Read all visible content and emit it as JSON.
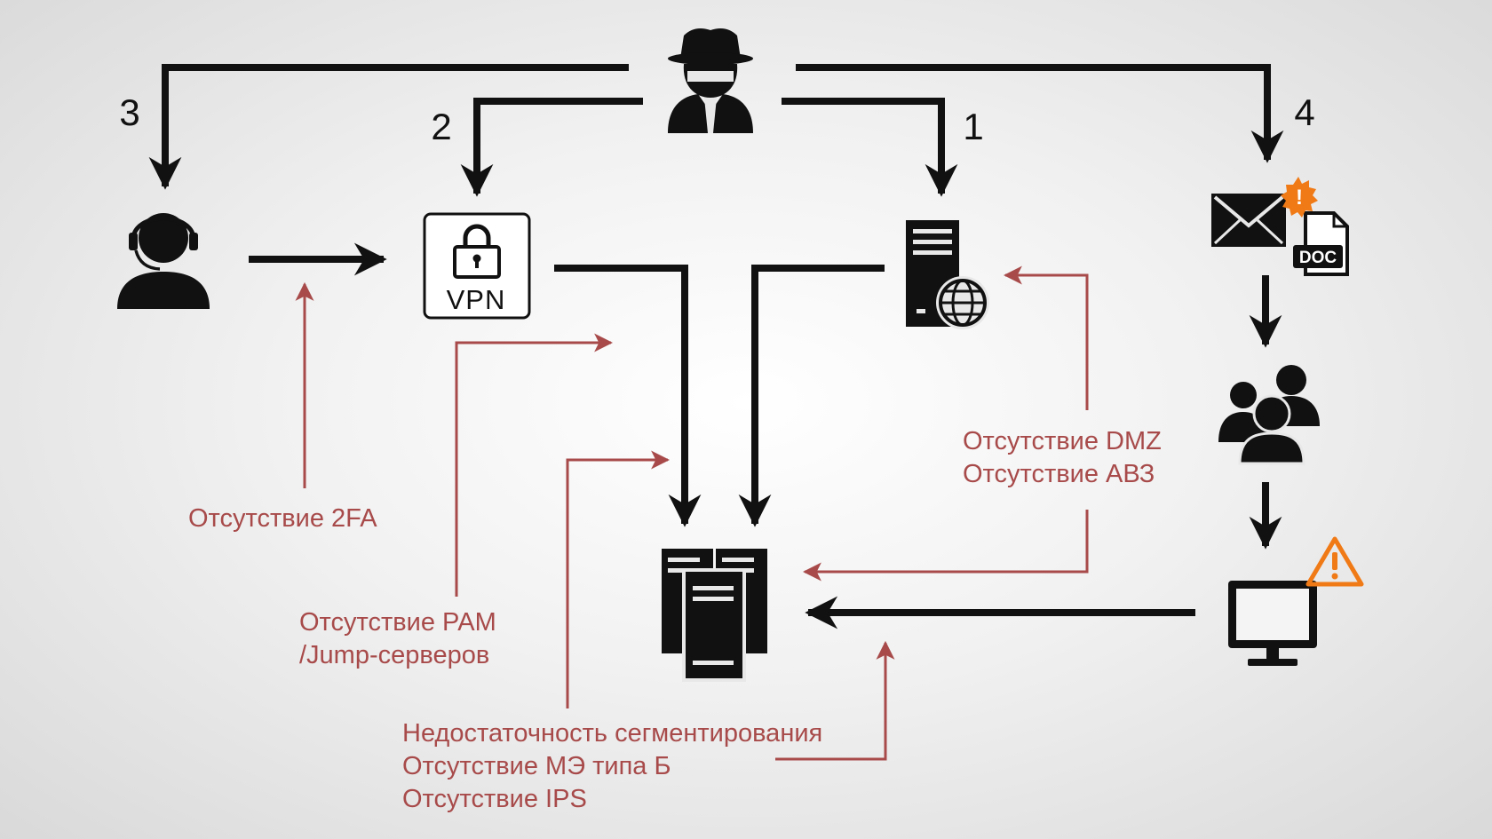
{
  "colors": {
    "arrow": "#111111",
    "note": "#a84a4a",
    "warning": "#f07a16"
  },
  "attack_vectors": [
    {
      "number": "1",
      "target": "web-server"
    },
    {
      "number": "2",
      "target": "vpn"
    },
    {
      "number": "3",
      "target": "support-operator"
    },
    {
      "number": "4",
      "target": "email-with-doc"
    }
  ],
  "icons": {
    "attacker": "hacker-icon",
    "operator": "headset-operator-icon",
    "vpn": "vpn-lock-icon",
    "web_server": "web-server-globe-icon",
    "email": "envelope-icon",
    "doc": "doc-file-icon",
    "users": "users-group-icon",
    "workstation": "monitor-icon",
    "warning": "warning-triangle-icon",
    "alert": "alert-badge-icon",
    "internal_servers": "server-cluster-icon"
  },
  "vpn_label": "VPN",
  "doc_label": "DOC",
  "alert_mark": "!",
  "notes": {
    "twofa": "Отсутствие 2FA",
    "pam": [
      "Отсутствие PAM",
      "/Jump-серверов"
    ],
    "dmz": [
      "Отсутствие DMZ",
      "Отсутствие АВЗ"
    ],
    "segmentation": [
      "Недостаточность сегментирования",
      "Отсутствие МЭ типа Б",
      "Отсутствие IPS"
    ]
  }
}
